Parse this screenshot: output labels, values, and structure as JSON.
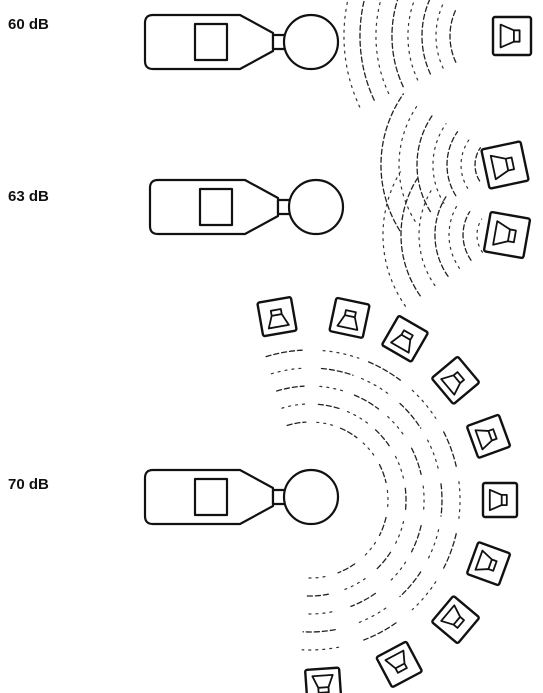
{
  "panels": [
    {
      "label": "60 dB",
      "speaker_count": 1
    },
    {
      "label": "63 dB",
      "speaker_count": 2
    },
    {
      "label": "70 dB",
      "speaker_count": 10
    }
  ],
  "icons": {
    "meter": "sound-level-meter-icon",
    "speaker": "loudspeaker-icon"
  },
  "colors": {
    "ink": "#111111",
    "background": "#ffffff"
  }
}
